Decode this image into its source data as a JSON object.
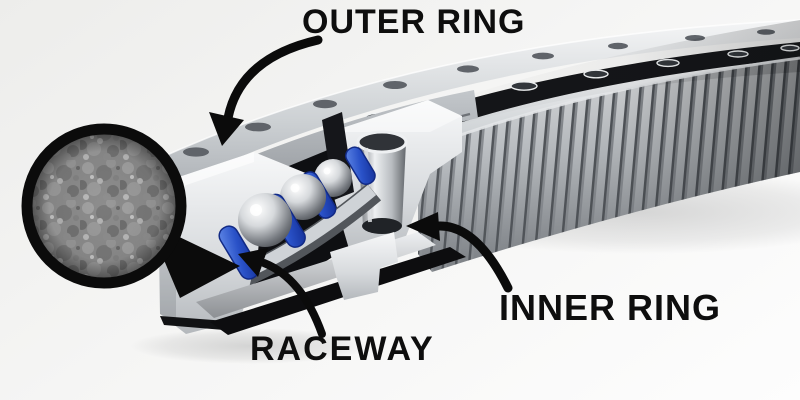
{
  "diagram": {
    "labels": {
      "outer_ring": "OUTER RING",
      "inner_ring": "INNER RING",
      "raceway": "RACEWAY"
    },
    "colors": {
      "annotation_black": "#0b0b0b",
      "label_text": "#0e0e0e",
      "cage_blue": "#2a52c8",
      "steel_light": "#e8eaec",
      "steel_mid": "#9fa3a7",
      "steel_dark": "#3f4347",
      "background": "#f3f3f2"
    }
  }
}
